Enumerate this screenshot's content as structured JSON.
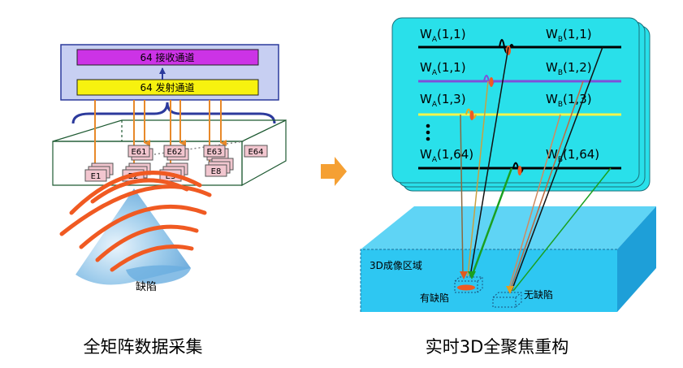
{
  "left_panel": {
    "receive_channel": "64 接收通道",
    "transmit_channel": "64 发射通道",
    "elements_top": [
      "E61",
      "E62",
      "E63",
      "E64"
    ],
    "elements_bottom": [
      "E1",
      "E2",
      "E3",
      "E8"
    ],
    "defect_label": "缺陷",
    "caption": "全矩阵数据采集"
  },
  "right_panel": {
    "rows": [
      {
        "wa": "(1,1)",
        "wb": "(1,1)"
      },
      {
        "wa": "(1,1)",
        "wb": "(1,2)"
      },
      {
        "wa": "(1,3)",
        "wb": "(1,3)"
      },
      {
        "wa": "(1,64)",
        "wb": "(1,64)"
      }
    ],
    "w_letter": "W",
    "wa_sub": "A",
    "wb_sub": "B",
    "imaging_region": "3D成像区域",
    "with_defect": "有缺陷",
    "no_defect": "无缺陷",
    "caption": "实时3D全聚焦重构"
  },
  "colors": {
    "arrow": "#f5a033",
    "panel_cyan": "#29e0ea",
    "region_blue": "#2ec7f2",
    "receive_bar": "#cc33e6",
    "transmit_bar": "#f7f20f",
    "channel_box": "#c7cff2",
    "wave": "#f05a22",
    "element": "#f2c6cf"
  }
}
